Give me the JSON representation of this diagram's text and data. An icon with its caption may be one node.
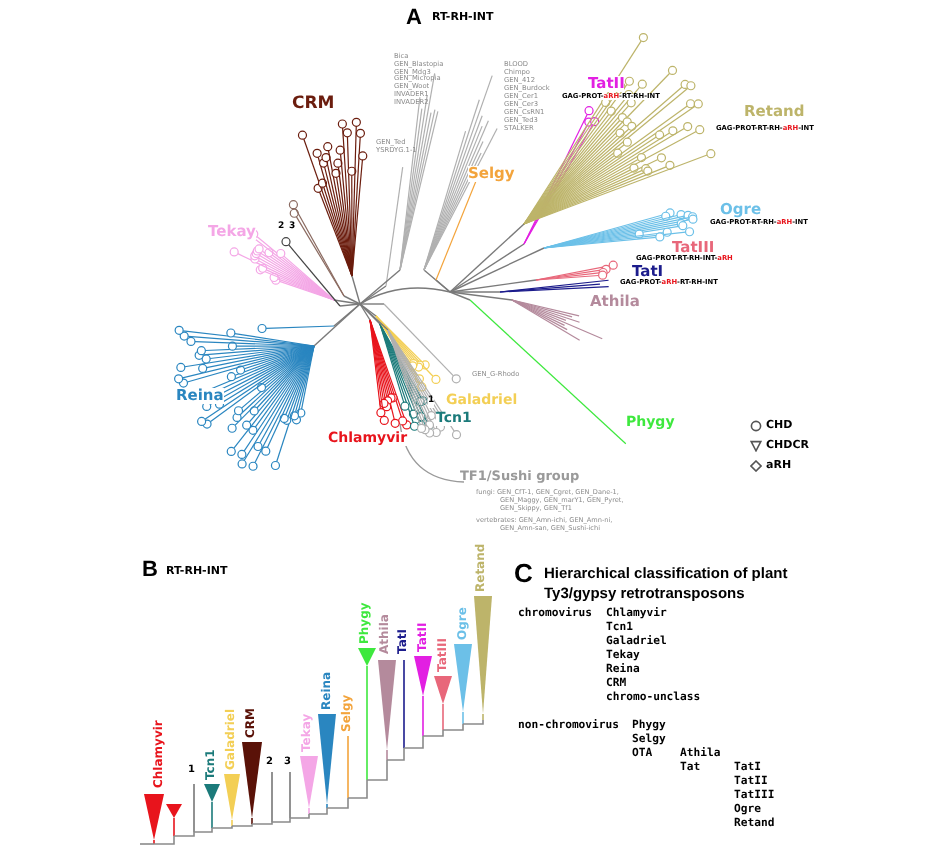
{
  "diagram": {
    "labels": [
      "A",
      "RT-RH-INT",
      "Bica",
      "GEN_Blastopia",
      "GEN_Mdg3",
      "GEN_Micropia",
      "GEN_Woot",
      "INVADER1",
      "INVADER2",
      "BLOOD",
      "Chimpo",
      "GEN_412",
      "GEN_Burdock",
      "GEN_Cer1",
      "GEN_Cer3",
      "GEN_CsRN1",
      "GEN_Ted3",
      "STALKER",
      "CRM",
      "TatII",
      "GAG-PROT-**aRH**-RT-RH-INT",
      "Retand",
      "GAG-PROT-RT-RH-**aRH**-INT",
      "GEN_Ted",
      "YSRDYG.1-1",
      "Selgy",
      "Tekay",
      "2",
      "3",
      "Ogre",
      "GAG-PROT-RT-RH-**aRH**-INT",
      "TatIII",
      "GAG-PROT-RT-RH-INT-**aRH**",
      "TatI",
      "GAG-PROT-**aRH**-RT-RH-INT",
      "Athila",
      "GEN_G-Rhodo",
      "Reina",
      "Galadriel",
      "1",
      "Tcn1",
      "Phygy",
      "Chlamyvir",
      "TF1/Sushi group",
      "fungi: GEN_CfT-1, GEN_Cgret, GEN_Dane-1, GEN_Maggy, GEN_marY1, GEN_Pyret, GEN_Skippy, GEN_Tf1",
      "vertebrates: GEN_Amn-ichi, GEN_Amn-ni, GEN_Amn-san, GEN_Sushi-ichi",
      "B",
      "RT-RH-INT",
      "Chlamyvir",
      "1",
      "Tcn1",
      "Galadriel",
      "CRM",
      "2",
      "3",
      "Tekay",
      "Reina",
      "Selgy",
      "Phygy",
      "Athila",
      "TatI",
      "TatII",
      "TatIII",
      "Ogre",
      "Retand",
      "C",
      "Hierarchical classification of plant Ty3/gypsy retrotransposons",
      "chromovirus",
      "Chlamyvir",
      "Tcn1",
      "Galadriel",
      "Tekay",
      "Reina",
      "CRM",
      "chromo-unclass",
      "non-chromovirus",
      "Phygy",
      "Selgy",
      "OTA",
      "Athila",
      "Tat",
      "TatI",
      "TatII",
      "TatIII",
      "Ogre",
      "Retand"
    ],
    "legend": [
      {
        "text": "CHD"
      },
      {
        "text": "CHDCR"
      },
      {
        "text": "aRH"
      }
    ]
  }
}
